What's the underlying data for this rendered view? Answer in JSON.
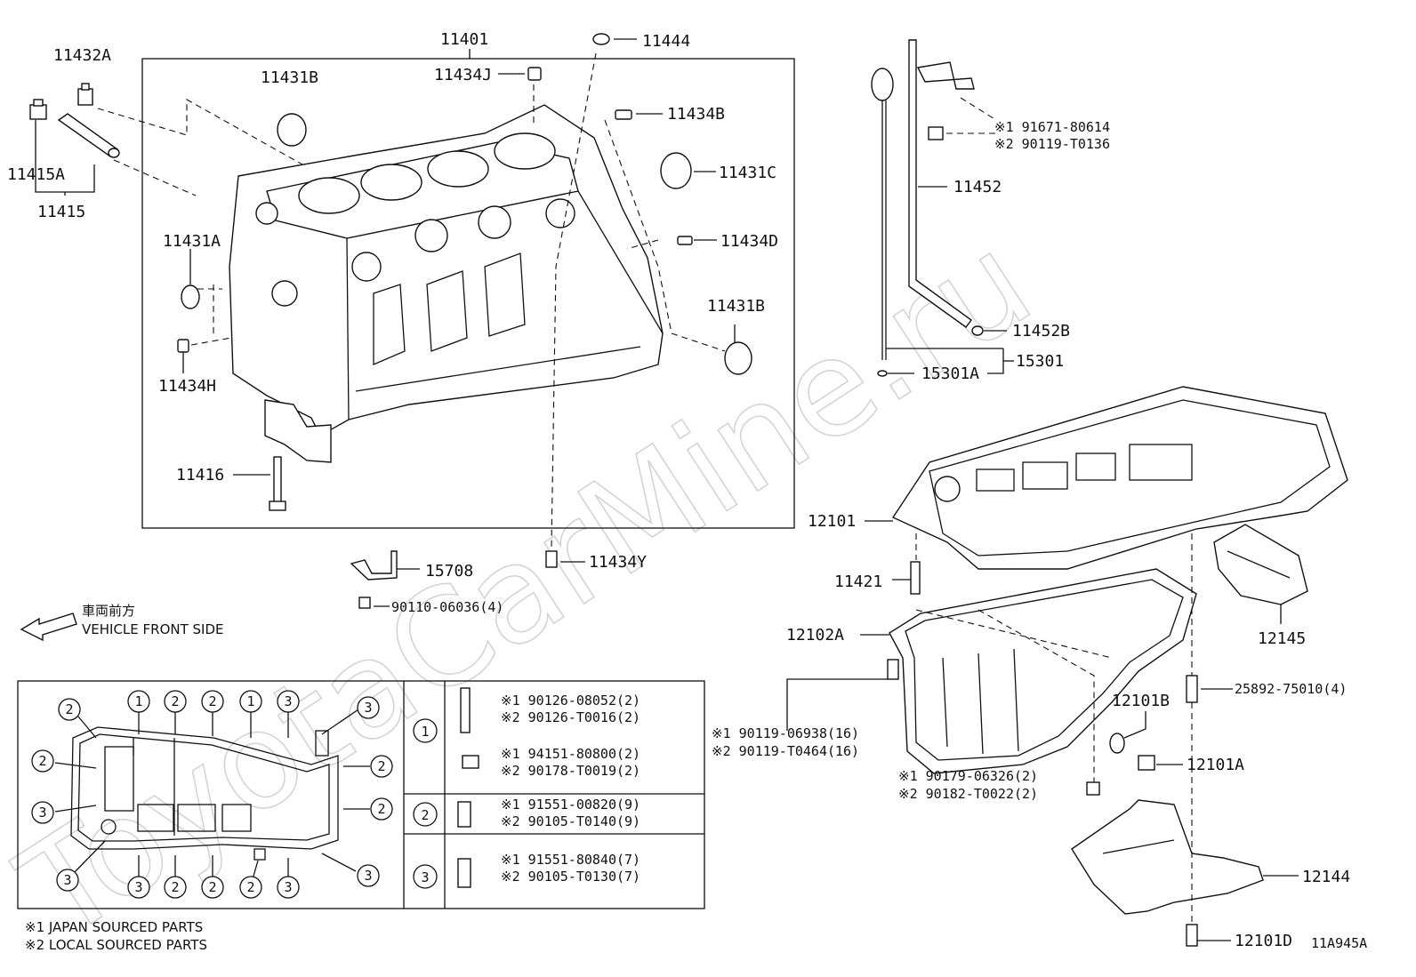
{
  "watermark": "ToyotaCarMine.ru",
  "diagram_code": "11A945A",
  "direction": {
    "jp": "車両前方",
    "en": "VEHICLE FRONT SIDE"
  },
  "labels": {
    "p11401": "11401",
    "p11444": "11444",
    "p11432A": "11432A",
    "p11434J": "11434J",
    "p11431B_top": "11431B",
    "p11434B": "11434B",
    "p11415A": "11415A",
    "p11415": "11415",
    "p11431C": "11431C",
    "p11431A": "11431A",
    "p11434D": "11434D",
    "p11431B_right": "11431B",
    "p11434H": "11434H",
    "p11416": "11416",
    "p15708": "15708",
    "p11434Y": "11434Y",
    "p90110": "90110-06036(4)",
    "p91671": "※1 91671-80614",
    "p90119T0136": "※2 90119-T0136",
    "p11452": "11452",
    "p11452B": "11452B",
    "p15301": "15301",
    "p15301A": "15301A",
    "p12101": "12101",
    "p11421": "11421",
    "p12102A": "12102A",
    "p12145": "12145",
    "p90119_06938": "※1 90119-06938(16)",
    "p90119_T0464": "※2 90119-T0464(16)",
    "p12101B": "12101B",
    "p25892": "25892-75010(4)",
    "p12101A": "12101A",
    "p90179": "※1 90179-06326(2)",
    "p90182": "※2 90182-T0022(2)",
    "p12144": "12144",
    "p12101D": "12101D"
  },
  "legend_table": {
    "rows": [
      {
        "key": "1",
        "parts": [
          [
            "※1 90126-08052(2)",
            "※2 90126-T0016(2)"
          ],
          [
            "※1 94151-80800(2)",
            "※2 90178-T0019(2)"
          ]
        ]
      },
      {
        "key": "2",
        "parts": [
          [
            "※1 91551-00820(9)",
            "※2 90105-T0140(9)"
          ]
        ]
      },
      {
        "key": "3",
        "parts": [
          [
            "※1 91551-80840(7)",
            "※2 90105-T0130(7)"
          ]
        ]
      }
    ]
  },
  "bolt_map": {
    "top": [
      "2",
      "1",
      "2",
      "2",
      "1",
      "3",
      "3"
    ],
    "left": [
      "2",
      "3",
      "3"
    ],
    "right": [
      "2",
      "2",
      "3"
    ],
    "bottom": [
      "3",
      "2",
      "2",
      "2",
      "3"
    ]
  },
  "footnotes": [
    "※1 JAPAN SOURCED PARTS",
    "※2 LOCAL SOURCED PARTS"
  ]
}
